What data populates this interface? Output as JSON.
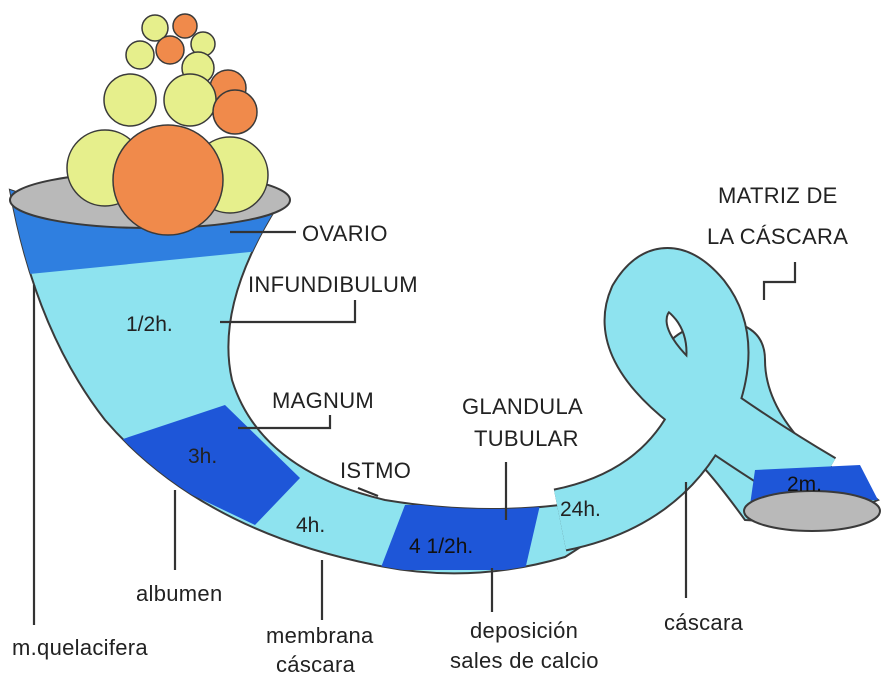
{
  "diagram": {
    "labels": {
      "ovario": "OVARIO",
      "infundibulum": "INFUNDIBULUM",
      "magnum": "MAGNUM",
      "istmo": "ISTMO",
      "glandula_line1": "GLANDULA",
      "glandula_line2": "TUBULAR",
      "matriz_line1": "MATRIZ DE",
      "matriz_line2": "LA CÁSCARA",
      "quelacifera": "m.quelacifera",
      "albumen": "albumen",
      "membrana_line1": "membrana",
      "membrana_line2": "cáscara",
      "deposicion_line1": "deposición",
      "deposicion_line2": "sales de calcio",
      "cascara": "cáscara"
    },
    "segment_times": {
      "infundibulum": "1/2h.",
      "magnum": "3h.",
      "istmo": "4h.",
      "glandula": "4 1/2h.",
      "utero": "24h.",
      "vagina": "2m."
    },
    "colors": {
      "tube_light": "#8ee3ef",
      "tube_dark": "#1e56d8",
      "tube_mid": "#2f7fe0",
      "opening": "#b9b9b9",
      "yolk_large": "#f08a4b",
      "yolk_pale": "#e6ef8c",
      "outline": "#3a3a3a"
    }
  }
}
